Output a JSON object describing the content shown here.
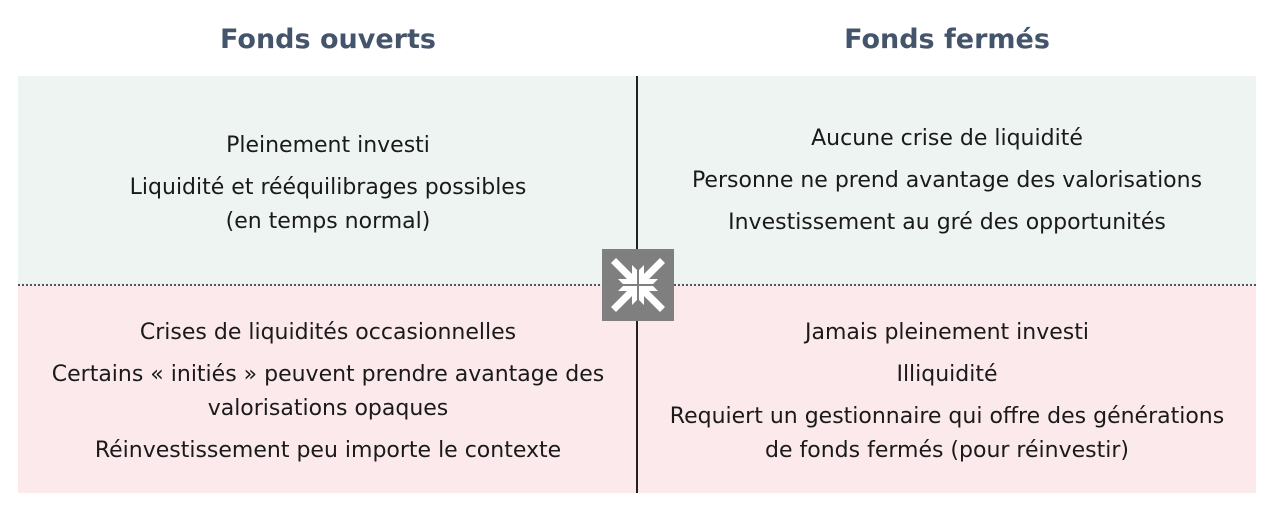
{
  "columns": {
    "left_title": "Fonds ouverts",
    "right_title": "Fonds fermés"
  },
  "quadrants": {
    "top_left": [
      "Pleinement investi",
      "Liquidité et rééquilibrages possibles\n(en temps normal)"
    ],
    "top_right": [
      "Aucune crise de liquidité",
      "Personne ne prend avantage des valorisations",
      "Investissement au gré des opportunités"
    ],
    "bottom_left": [
      "Crises de liquidités occasionnelles",
      "Certains « initiés » peuvent prendre avantage des\nvalorisations opaques",
      "Réinvestissement peu importe le contexte"
    ],
    "bottom_right": [
      "Jamais pleinement investi",
      "Illiquidité",
      "Requiert un gestionnaire qui offre des générations\nde fonds fermés (pour réinvestir)"
    ]
  },
  "colors": {
    "title": "#44546a",
    "top_background": "#eef4f1",
    "bottom_background": "#fbe9ec",
    "icon": "#7f7f7f"
  },
  "center_icon": "arrows-compress-icon"
}
